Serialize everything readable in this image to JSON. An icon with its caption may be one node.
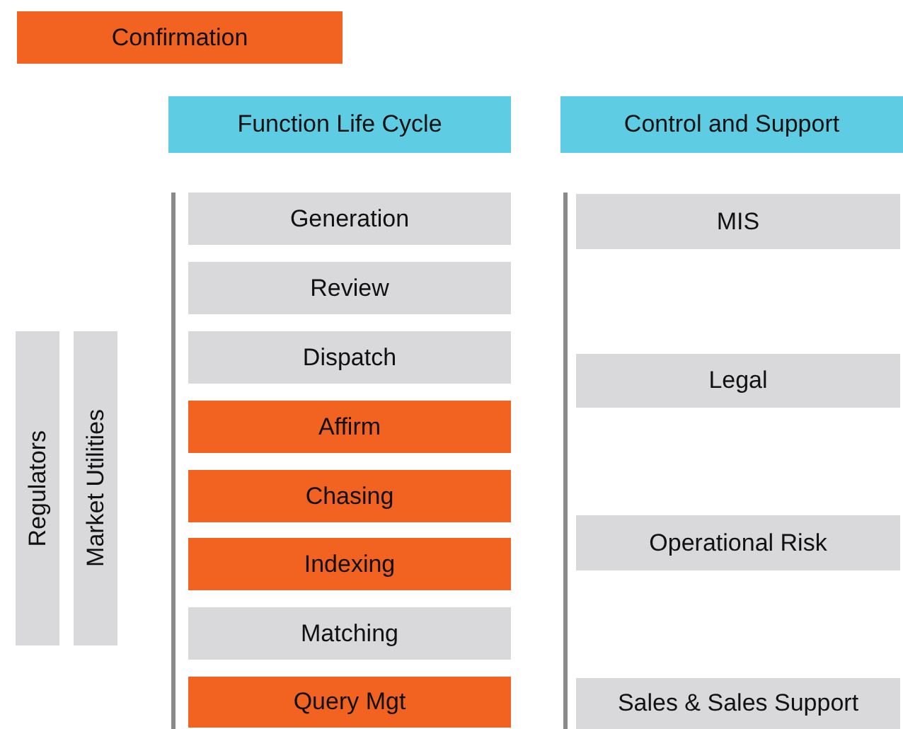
{
  "diagram": {
    "nodes": [
      {
        "text": [
          "Confirmation"
        ]
      },
      {
        "text": [
          "Function Life Cycle"
        ]
      },
      {
        "text": [
          "Control and Support"
        ]
      },
      {
        "text": [
          "Regulators"
        ]
      },
      {
        "text": [
          "Market Utilities"
        ]
      },
      {
        "text": [
          "Generation"
        ]
      },
      {
        "text": [
          "Review"
        ]
      },
      {
        "text": [
          "Dispatch"
        ]
      },
      {
        "text": [
          "Affirm"
        ]
      },
      {
        "text": [
          "Chasing"
        ]
      },
      {
        "text": [
          "Indexing"
        ]
      },
      {
        "text": [
          "Matching"
        ]
      },
      {
        "text": [
          "Query Mgt"
        ]
      },
      {
        "text": [
          "MIS"
        ]
      },
      {
        "text": [
          "Legal"
        ]
      },
      {
        "text": [
          "Operational Risk"
        ]
      },
      {
        "text": [
          "Sales & Sales Support"
        ]
      }
    ],
    "edges": []
  }
}
